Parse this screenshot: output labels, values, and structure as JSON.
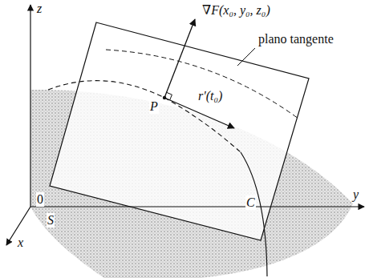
{
  "diagram": {
    "labels": [
      "z",
      "∇F(x₀, y₀, z₀)",
      "plano tangente",
      "P",
      "r'(t₀)",
      "0",
      "S",
      "C",
      "x",
      "y"
    ]
  }
}
